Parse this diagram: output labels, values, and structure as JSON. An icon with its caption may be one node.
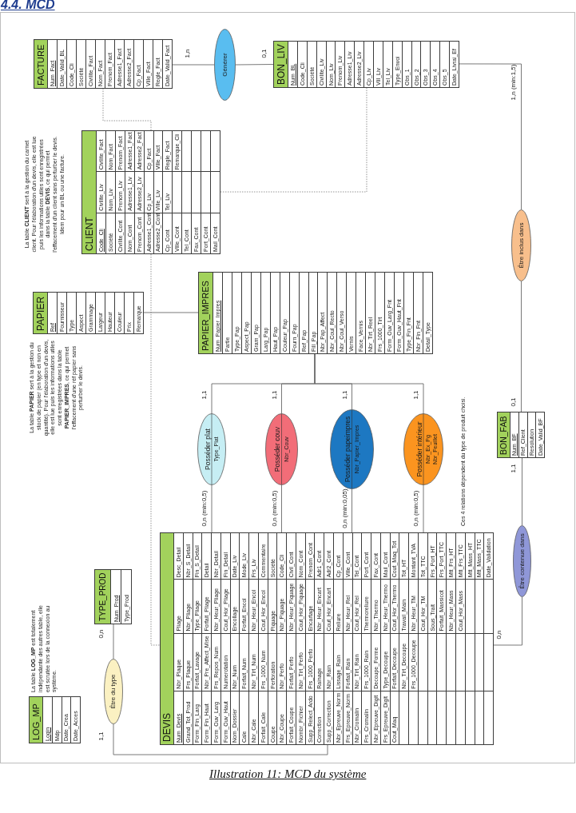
{
  "diagram": {
    "title": "4.4. MCD",
    "caption": "Illustration 11: MCD du système",
    "nodes": [
      {
        "text": [
          "LOG_MP",
          "Login",
          "Mdp",
          "Date_Crea",
          "Date_Acces"
        ],
        "beside": [
          "La table **LOG_MP** est totalement indépendante des autres table, elle est scrutée lors de la connexion au système."
        ]
      },
      {
        "text": [
          "TYPE_PROD",
          "Num_Prod",
          "Type_Prod"
        ]
      },
      {
        "text": [
          "Être du type"
        ]
      },
      {
        "text": [
          "DEVIS",
          "Num_Devis",
          "Grand_Tot_Prod",
          "Form_Fin_Larg",
          "Form_Fin_Haut",
          "Form_Ouv_Larg",
          "Form_Ouv_Haut",
          "Nom_Dossier",
          "Cale",
          "Nbr_Cale",
          "Forfait_Cale",
          "Coupe",
          "Nbr_Coupe",
          "Forfait_Coupe",
          "Nombr_Fichier",
          "Supp_Relect_Ardo",
          "Correction",
          "Supp_Correction",
          "Nbr_Epreuve_Norm",
          "Frs_Epreuve_Norm",
          "Nbr_Cromalin",
          "Frs_Cromalin",
          "Nbr_Epreuve_Digit",
          "Frs_Epreuve_Digit",
          "Cout_Maq",
          "Nbr_Plaque",
          "Frs_Plaque",
          "Forfait_Lavage",
          "Nbr_Pre_Affect_Mise",
          "Frs_Repos_Num",
          "Numerotation",
          "Nbr_Num",
          "Forfait_Num",
          "Nbr_Tirt_Num",
          "Frs_1000_Num",
          "Perforation",
          "Nbr_Perfo",
          "Forfait_Perfo",
          "Nbr_Tirt_Perfo",
          "Frs_1000_Perfo",
          "Rainage",
          "Nbr_Rain",
          "Lissage_Rain",
          "Forfait_Rain",
          "Nbr_Tirt_Rain",
          "Frs_1000_Rain",
          "Decoupe_Forme",
          "Type_Decoupe",
          "Forfait_Decoupe",
          "Nbr_Tirt_Decoupe",
          "Frs_1000_Decoupe",
          "Pliage",
          "Nbr_Pliage",
          "Type_Pliage",
          "Forfait_Pliage",
          "Nbr_Heur_Pliage",
          "Cout_Hor_Pliage",
          "Encollage",
          "Forfait_Encol",
          "Nbr_Heur_Encol",
          "Cout_Hor_Encol",
          "Piquage",
          "Nbr_Piquage",
          "Nbr_Heur_Piquage",
          "Cout_Hor_Piquage",
          "Encartage",
          "Nbr_Heur_Encart",
          "Cout_Hor_Encart",
          "Reliure",
          "Nbr_Heur_Rel",
          "Cout_Hor_Rel",
          "Thermoreliure",
          "Nbr_Thermo",
          "Nbr_Heur_Thermo",
          "Cout_Hor_Thermo",
          "Travail_Main",
          "Nbr_Heur_TM",
          "Cout_Hor_TM",
          "Sous_Trait",
          "Forfait_Massicot",
          "Nbr_Heur_Mass",
          "Cout_Hor_Mass",
          "Desc_Detail",
          "Nbr_S_Detail",
          "Fin_S_Detail",
          "Detail",
          "Nbr_Detail",
          "Fin_Detail",
          "Date_Liv",
          "Mode_Liv",
          "Frs_Liv",
          "Commentaire",
          "Société",
          "Code_Cli",
          "Civil_Cont",
          "Nom_Cont",
          "Prenom_Cont",
          "Adr1_Cont",
          "Adr2_Cont",
          "Cp_Cont",
          "Ville_Cont",
          "Tel_Cont",
          "Port_Cont",
          "Fax_Cont",
          "Mail_Cont",
          "Cout_Maq_Tot",
          "Tot_HT",
          "Montant_TVA",
          "Tot_TTC",
          "Frs_Port_HT",
          "Frs_Port_TTC",
          "Mtt_Frs_HT",
          "Mtt_Frs_TTC",
          "Mtt_Mass_HT",
          "Mtt_Mass_TTC",
          "Date_Validation"
        ]
      },
      {
        "text": [
          "Posséder plat",
          "Type_Plat"
        ]
      },
      {
        "text": [
          "Posséder couv",
          "Nbr_Couv"
        ]
      },
      {
        "text": [
          "Posséder papeimpres",
          "Nbr_Papier_Impres"
        ]
      },
      {
        "text": [
          "Posséder intérieur",
          "Nbr_Ex_Pg",
          "Nbr_Feuillet"
        ]
      },
      {
        "text": [
          "PAPIER_IMPRES",
          "Num_Papier_Impres",
          "Partie",
          "Type_Pap",
          "Aspect_Pap",
          "Gram_Pap",
          "Larg_Pap",
          "Haut_Pap",
          "Couleur_Pap",
          "Fourn_Pap",
          "Ref_Pap",
          "Fill_Pap",
          "Nbr_Pap_Affect",
          "Nbr_Coul_Recto",
          "Nbr_Coul_Verso",
          "Vernis",
          "Face_Vernis",
          "Nbr_Tirt_Reel",
          "Frs_1000_Tirt",
          "Form_Ouv_Larg_Fnt",
          "Form_Ouv_Haut_Fnt",
          "Type_Fin_Fnt",
          "Nbr_Fin_Fnt",
          "Detail_Type"
        ]
      },
      {
        "text": [
          "PAPIER",
          "Ref",
          "Fournisseur",
          "Type",
          "Aspect",
          "Grammage",
          "Largeur",
          "Hauteur",
          "Couleur",
          "Prix",
          "Remarque"
        ],
        "beside": [
          "La table **PAPIER** sert à la gestion du stock de papier (en type et non en quantité). Pour l'élaboration d'un devis, elle est lue puis les informations utiles sont enregistrées dans la table **PAPIER_IMPRES**, ce qui permet l'effacement d'une réf papier sans perturber le devis."
        ]
      },
      {
        "text": [
          "CLIENT",
          "Code_Cli",
          "Société",
          "Civilite_Cont",
          "Nom_Cont",
          "Prenom_Cont",
          "Adresse1_Cont",
          "Adresse2_Cont",
          "Cp_Cont",
          "Ville_Cont",
          "Tel_Cont",
          "Fax_Cont",
          "Port_Cont",
          "Mail_Cont",
          "Civilite_Liv",
          "Nom_Liv",
          "Prenom_Liv",
          "Adresse1_Liv",
          "Adresse2_Liv",
          "Cp_Liv",
          "Ville_Liv",
          "Tel_Liv",
          "Civilite_Fact",
          "Nom_Fact",
          "Prenom_Fact",
          "Adresse1_Fact",
          "Adresse2_Fact",
          "Cp_Fact",
          "Ville_Fact",
          "Regle_Fact",
          "Remarque_Cli"
        ],
        "beside": [
          "La table **CLIENT** sert à la gestion du carnet client. Pour l'élaboration d'un devis, elle est lue puis les informations utiles sont enregistrées dans la table **DEVIS**, ce qui permet l'effacement d'un client sans perturber le devis. Idem pour un BL ou une facture."
        ]
      },
      {
        "text": [
          "Être contenue dans"
        ]
      },
      {
        "text": [
          "BON_FAB",
          "Num_BF",
          "Ref_Client",
          "Resolution",
          "Date_Valid_BF"
        ]
      },
      {
        "text": [
          "Être inclus dans"
        ]
      },
      {
        "text": [
          "BON_LIV",
          "Num_BL",
          "Code_Cli",
          "Société",
          "Civilite_Liv",
          "Nom_Liv",
          "Prenom_Liv",
          "Adresse1_Liv",
          "Adresse2_Liv",
          "Cp_Liv",
          "Vill_Liv",
          "Tel_Liv",
          "Type_Envoi",
          "Obs_1",
          "Obs_2",
          "Obs_3",
          "Obs_4",
          "Obs_5",
          "Date_Livrai_Ef"
        ]
      },
      {
        "text": [
          "Générer"
        ]
      },
      {
        "text": [
          "FACTURE",
          "Num_Fact",
          "Date_Valid_BL",
          "Code_Cli",
          "Société",
          "Civilite_Fact",
          "Nom_Fact",
          "Prenom_Fact",
          "Adresse1_Fact",
          "Adresse2_Fact",
          "Cp_Fact",
          "Ville_Fact",
          "Regle_Fact",
          "Date_Valid_Fact"
        ]
      }
    ],
    "edges": [
      {
        "from": 2,
        "to": 1,
        "arrow": "none",
        "label": "0,n"
      },
      {
        "from": 2,
        "to": 3,
        "arrow": "none",
        "label": "1,1"
      },
      {
        "from": 4,
        "to": 3,
        "arrow": "none",
        "label": "0,n (min:0,5)"
      },
      {
        "from": 4,
        "to": 8,
        "arrow": "none",
        "label": "1,1"
      },
      {
        "from": 5,
        "to": 3,
        "arrow": "none",
        "label": "0,n (min:0,5)"
      },
      {
        "from": 5,
        "to": 8,
        "arrow": "none",
        "label": "1,1"
      },
      {
        "from": 6,
        "to": 3,
        "arrow": "none",
        "label": "0,n (min:0,05)"
      },
      {
        "from": 6,
        "to": 8,
        "arrow": "none",
        "label": "1,1"
      },
      {
        "from": 7,
        "to": 3,
        "arrow": "none",
        "label": "0,n (min:0,5)"
      },
      {
        "from": 7,
        "to": 8,
        "arrow": "none",
        "label": "1,1"
      },
      {
        "from": 11,
        "to": 3,
        "arrow": "none",
        "label": "0,n"
      },
      {
        "from": 11,
        "to": 12,
        "arrow": "none",
        "label": "1,1"
      },
      {
        "from": 13,
        "to": 12,
        "arrow": "none",
        "label": "0,1"
      },
      {
        "from": 13,
        "to": 14,
        "arrow": "none",
        "label": "1,n (min:1,5)"
      },
      {
        "from": 15,
        "to": 14,
        "arrow": "none",
        "label": "0,1"
      },
      {
        "from": 15,
        "to": 16,
        "arrow": "none",
        "label": "1,n"
      },
      {
        "from": 10,
        "to": 3,
        "arrow": "none",
        "style": "dashed"
      },
      {
        "from": 10,
        "to": 14,
        "arrow": "none",
        "style": "dashed"
      },
      {
        "from": 10,
        "to": 16,
        "arrow": "none",
        "style": "dashed"
      },
      {
        "from": 9,
        "to": 8,
        "arrow": "none"
      }
    ],
    "labels": [
      "Ces 4 relations dépendent du type de produit choisi."
    ]
  }
}
